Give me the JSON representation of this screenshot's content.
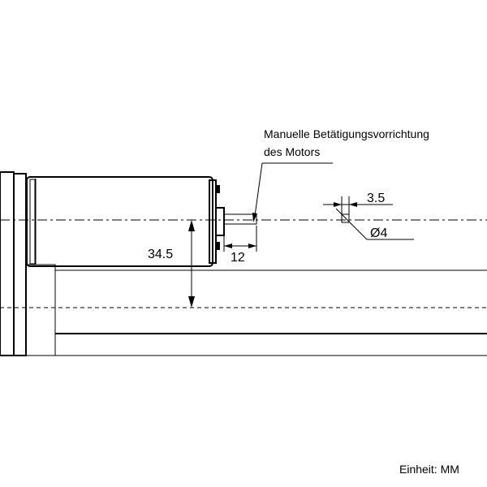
{
  "annotation": {
    "line1": "Manuelle Betätigungsvorrichtung",
    "line2": "des Motors"
  },
  "dimensions": {
    "offset": "34.5",
    "shaft_length": "12",
    "detail_length": "3.5",
    "detail_diameter": "Ø4"
  },
  "unit_label": "Einheit: MM"
}
